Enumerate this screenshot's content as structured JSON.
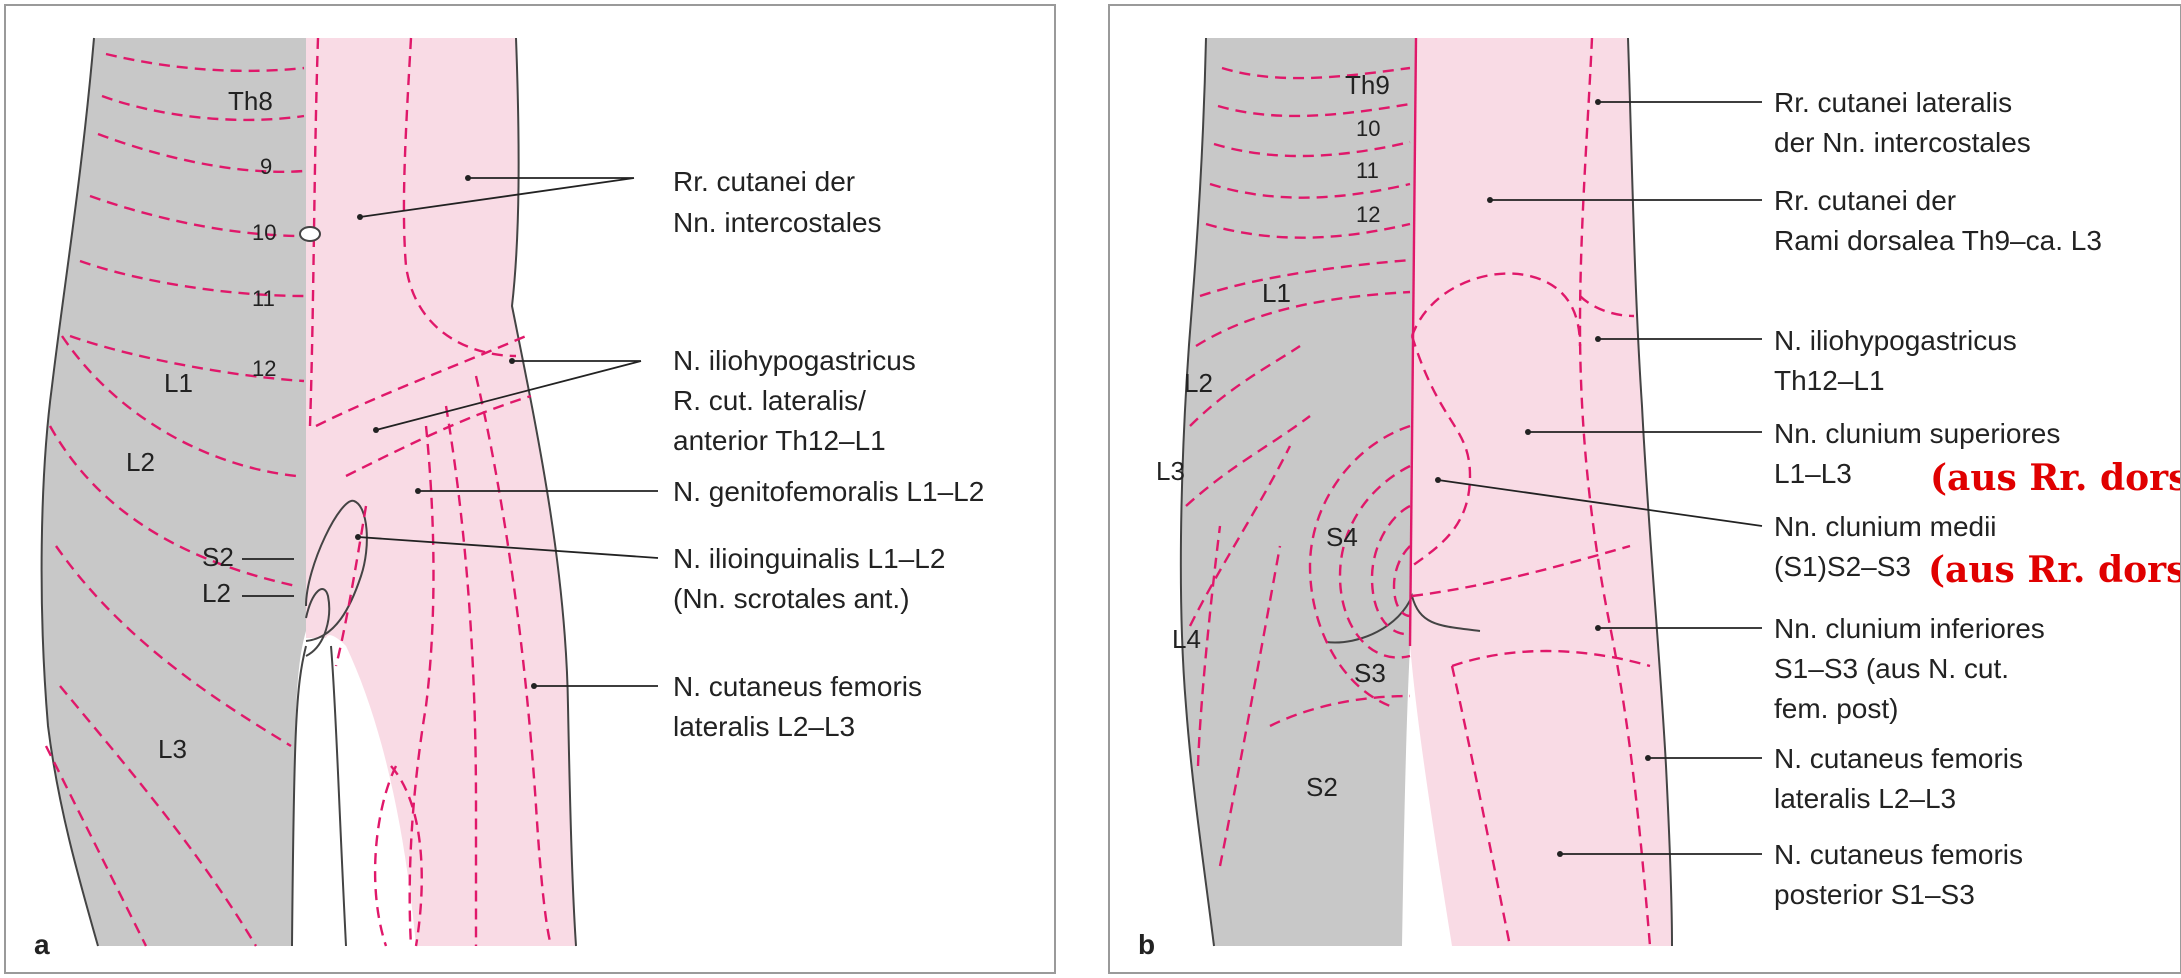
{
  "colors": {
    "gray_region": "#c8c8c8",
    "pink_region": "#f9dbe5",
    "dash_line": "#e0186a",
    "annotation_red": "#e00000",
    "text": "#222222"
  },
  "panel_a": {
    "letter": "a",
    "segments": {
      "th8": "Th8",
      "n9": "9",
      "n10": "10",
      "n11": "11",
      "n12": "12",
      "l1": "L1",
      "l2": "L2",
      "l3": "L3",
      "s2": "S2",
      "l2b": "L2"
    },
    "labels": {
      "l1a": "Rr. cutanei der",
      "l1b": "Nn. intercostales",
      "l2a": "N. iliohypogastricus",
      "l2b": "R. cut. lateralis/",
      "l2c": "anterior Th12–L1",
      "l3": "N. genitofemoralis L1–L2",
      "l4a": "N. ilioinguinalis L1–L2",
      "l4b": "(Nn. scrotales ant.)",
      "l5a": "N. cutaneus femoris",
      "l5b": "lateralis L2–L3"
    }
  },
  "panel_b": {
    "letter": "b",
    "segments": {
      "th9": "Th9",
      "n10": "10",
      "n11": "11",
      "n12": "12",
      "l1": "L1",
      "l2": "L2",
      "l3": "L3",
      "l4": "L4",
      "s4": "S4",
      "s3": "S3",
      "s2": "S2"
    },
    "labels": {
      "l1a": "Rr. cutanei lateralis",
      "l1b": "der Nn. intercostales",
      "l2a": "Rr. cutanei der",
      "l2b": "Rami dorsalea Th9–ca. L3",
      "l3a": "N. iliohypogastricus",
      "l3b": "Th12–L1",
      "l4a": "Nn. clunium superiores",
      "l4b": "L1–L3",
      "l5a": "Nn. clunium medii",
      "l5b": "(S1)S2–S3",
      "l6a": "Nn. clunium inferiores",
      "l6b": "S1–S3 (aus N. cut.",
      "l6c": "fem. post)",
      "l7a": "N. cutaneus femoris",
      "l7b": "lateralis L2–L3",
      "l8a": "N. cutaneus femoris",
      "l8b": "posterior S1–S3"
    },
    "annotations": {
      "red1": "(aus Rr. dorsa",
      "red2": "(aus Rr. dors"
    }
  }
}
